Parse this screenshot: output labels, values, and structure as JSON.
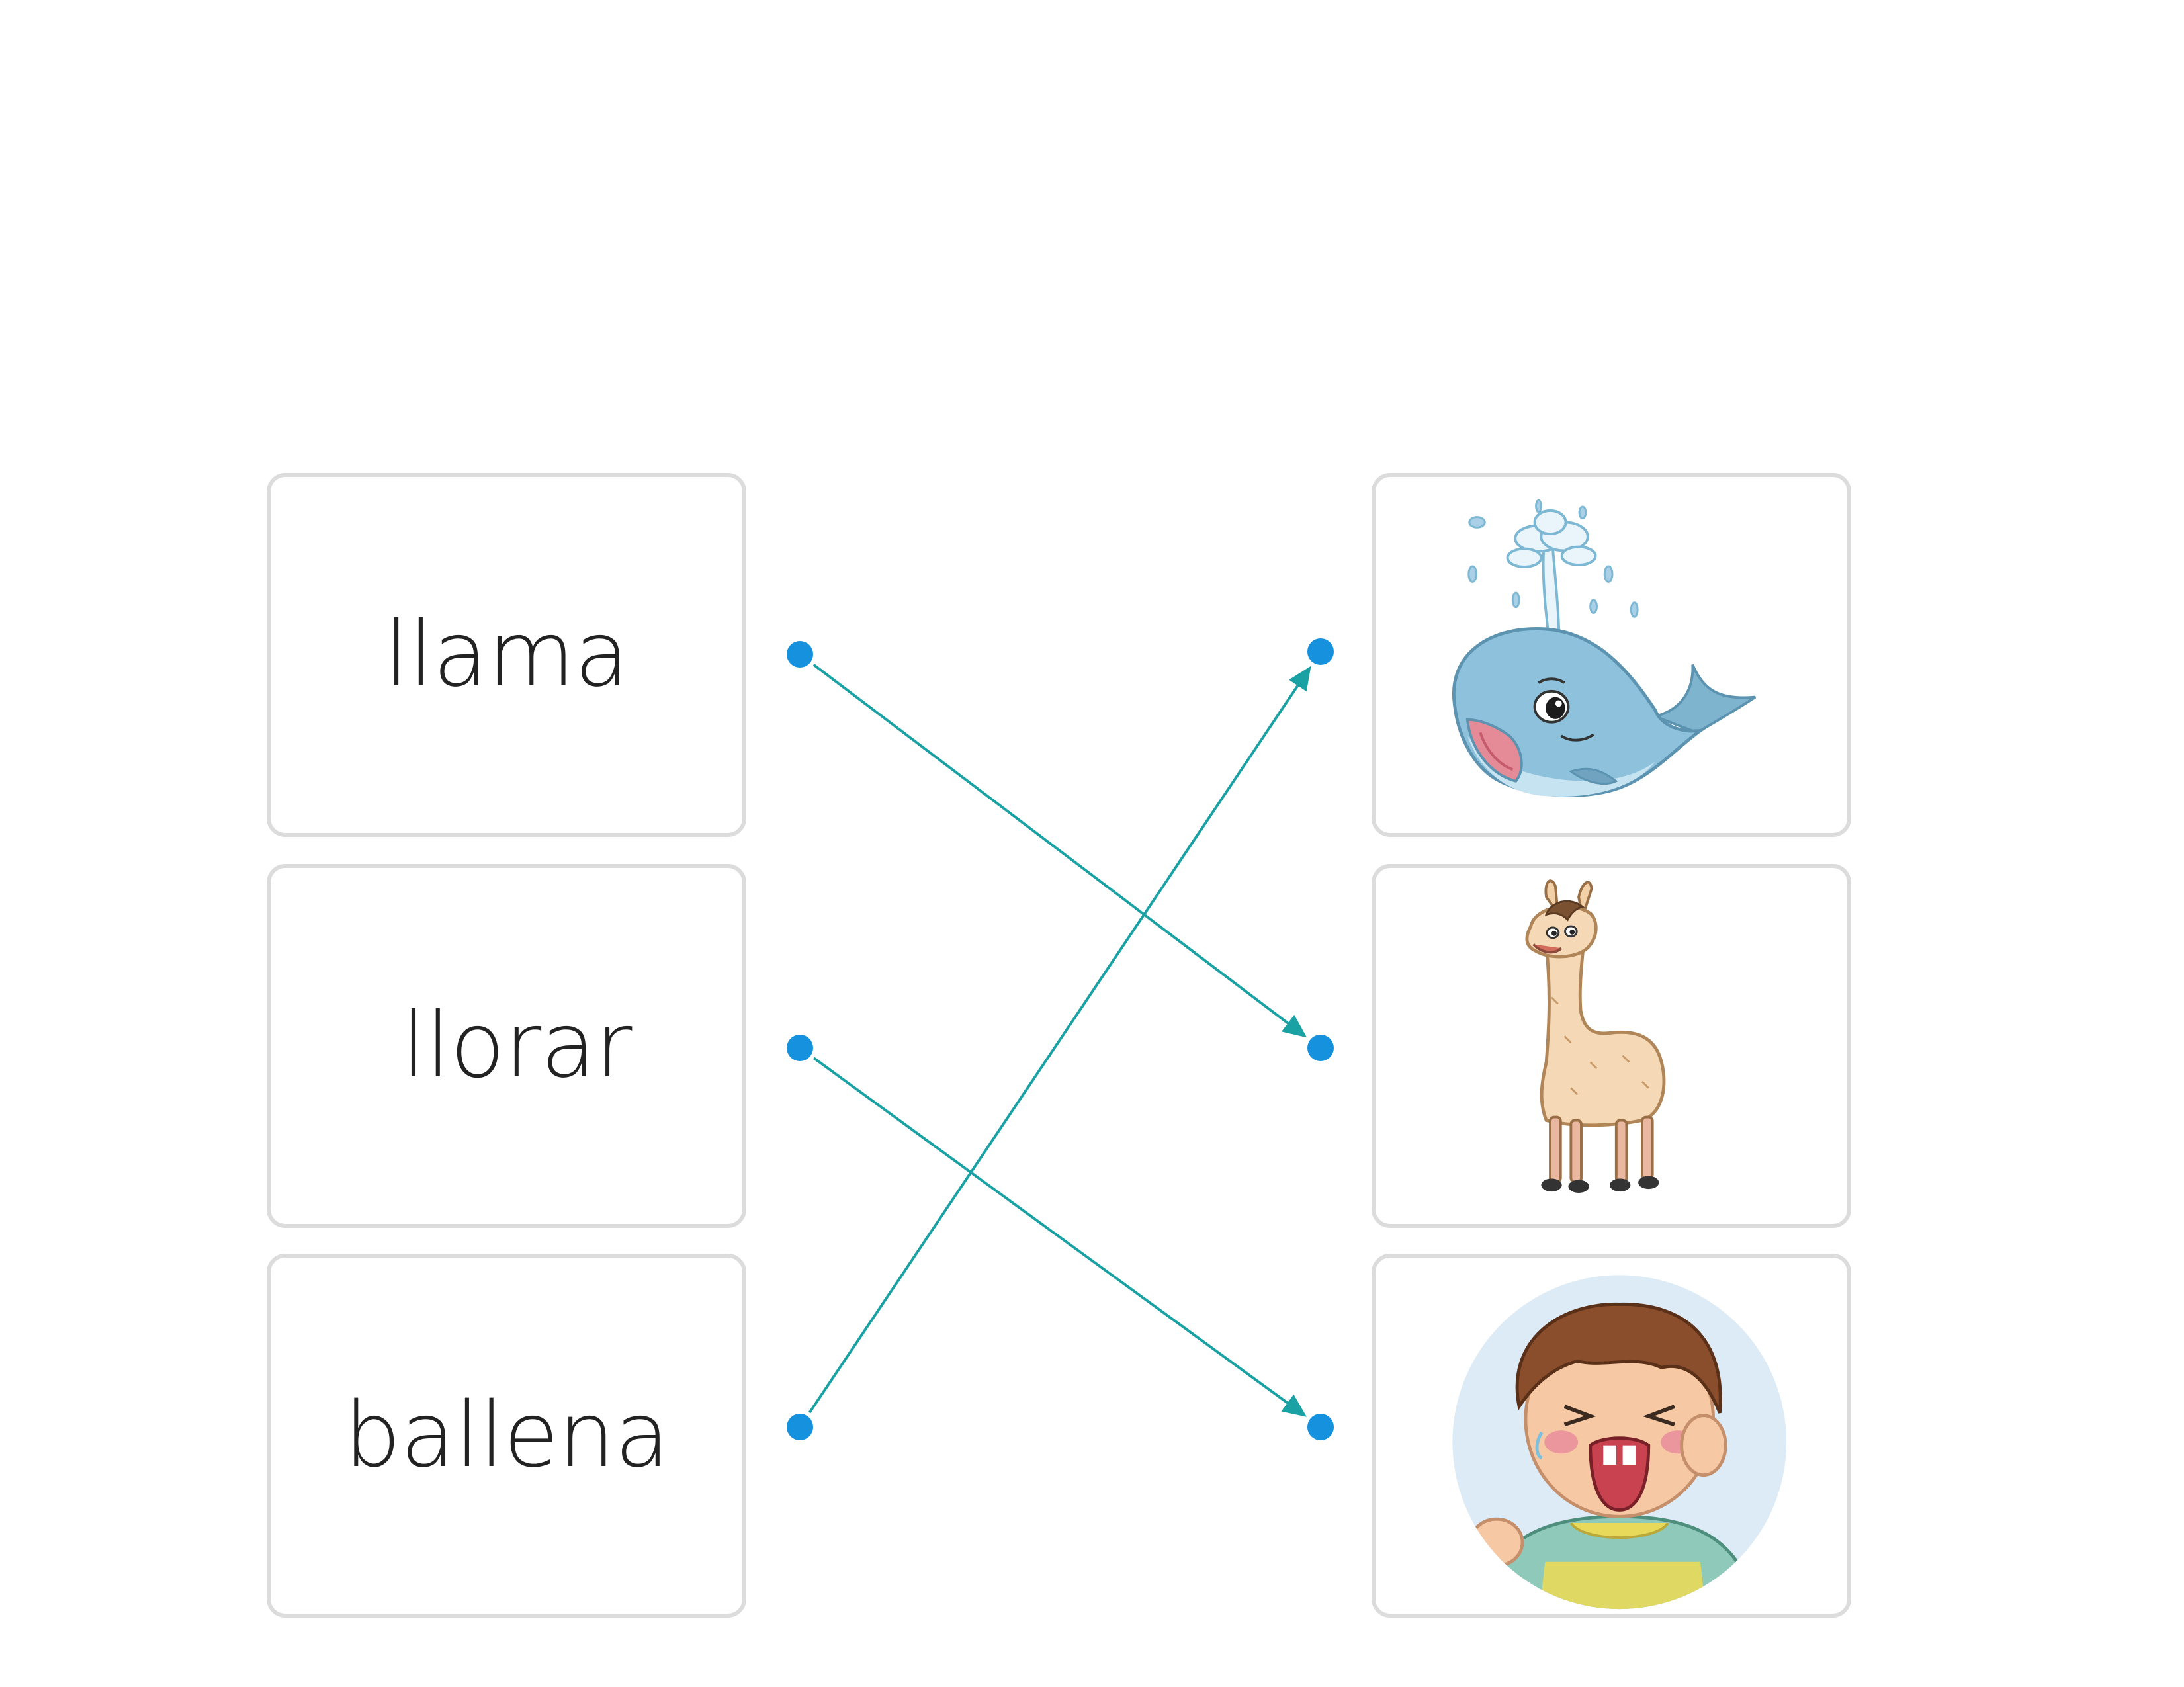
{
  "words": [
    {
      "id": "llama",
      "label": "llama"
    },
    {
      "id": "llorar",
      "label": "llorar"
    },
    {
      "id": "ballena",
      "label": "ballena"
    }
  ],
  "pictures": [
    {
      "id": "whale",
      "icon": "whale-icon"
    },
    {
      "id": "llama",
      "icon": "llama-icon"
    },
    {
      "id": "crying-boy",
      "icon": "crying-boy-icon"
    }
  ],
  "connections": [
    {
      "from_word": 0,
      "to_picture": 1
    },
    {
      "from_word": 1,
      "to_picture": 2
    },
    {
      "from_word": 2,
      "to_picture": 0
    }
  ],
  "colors": {
    "dot": "#1591dd",
    "line": "#1aa1a4",
    "card_border": "#dcdcdc",
    "text": "#222222"
  }
}
